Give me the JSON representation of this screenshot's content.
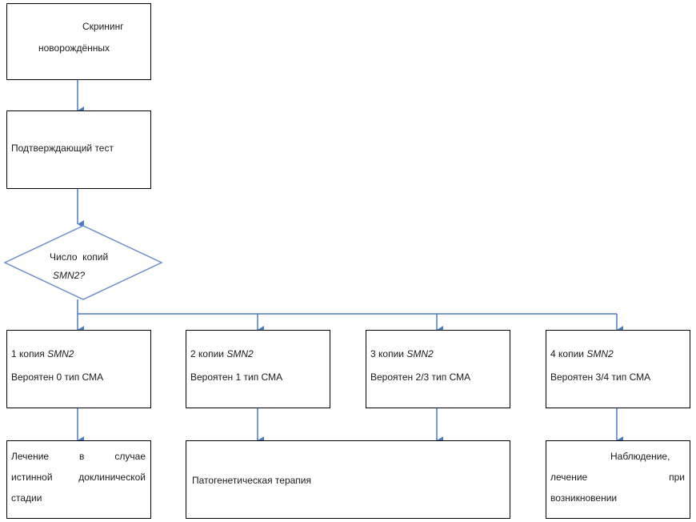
{
  "screening": {
    "line1": "Скрининг",
    "line2": "новорождённых"
  },
  "confirm": {
    "label": "Подтверждающий тест"
  },
  "decision": {
    "line1": "Число  копий",
    "line2": "SMN2?"
  },
  "copies": [
    {
      "count": "1 копия ",
      "gene": "SMN2",
      "type": "Вероятен 0 тип СМА"
    },
    {
      "count": "2 копии ",
      "gene": "SMN2",
      "type": "Вероятен 1 тип СМА"
    },
    {
      "count": "3 копии ",
      "gene": "SMN2",
      "type": "Вероятен 2/3 тип СМА"
    },
    {
      "count": "4 копии ",
      "gene": "SMN2",
      "type": "Вероятен 3/4 тип СМА"
    }
  ],
  "outcomes": {
    "treatment_early": {
      "line1": "Лечение в случае",
      "line2": "истинной доклинической",
      "line3": "стадии"
    },
    "pathogenetic": {
      "label": "Патогенетическая терапия"
    },
    "observation": {
      "line1": "Наблюдение,",
      "line2": "лечение при",
      "line3": "возникновении"
    }
  },
  "colors": {
    "arrow": "#4a7cc4",
    "border": "#000000"
  }
}
